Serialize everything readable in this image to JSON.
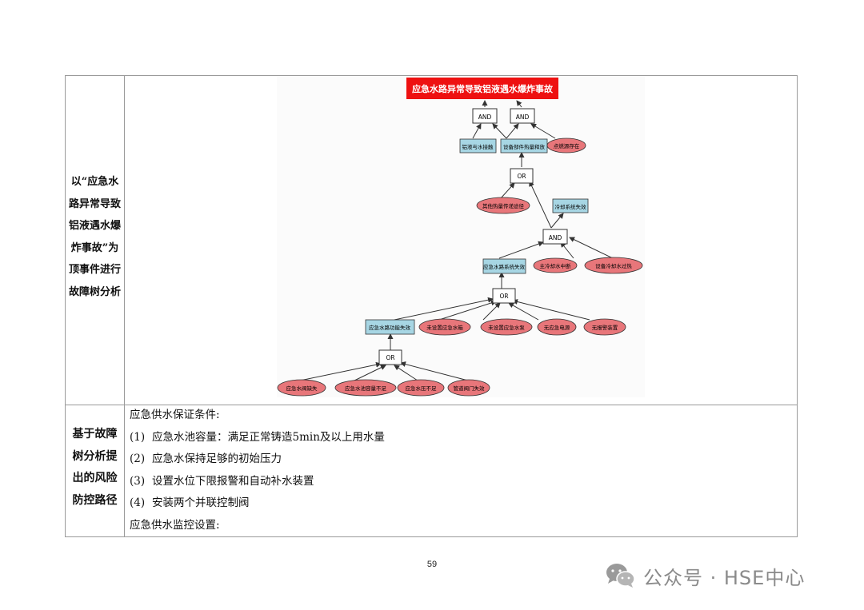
{
  "left_col": {
    "row1_lines": [
      "以“应急水",
      "路异常导致",
      "铝液遇水爆",
      "炸事故”为",
      "顶事件进行",
      "故障树分析"
    ],
    "row2_lines": [
      "基于故障",
      "树分析提",
      "出的风险",
      "防控路径"
    ]
  },
  "content": {
    "heading": "应急供水保证条件:",
    "items": [
      {
        "num": "(1)",
        "text": "应急水池容量：满足正常铸造5min及以上用水量"
      },
      {
        "num": "(2)",
        "text": "应急水保持足够的初始压力"
      },
      {
        "num": "(3)",
        "text": "设置水位下限报警和自动补水装置"
      },
      {
        "num": "(4)",
        "text": "安装两个并联控制阀"
      }
    ],
    "footer": "应急供水监控设置:"
  },
  "fault_tree": {
    "top_event": "应急水路异常导致铝液遇水爆炸事故",
    "gate_and_1": "AND",
    "gate_and_2": "AND",
    "node_melt_contact": "铝液与水接触",
    "node_equip_release": "设备部件热量释放",
    "node_ignition": "点燃源存在",
    "gate_or_1": "OR",
    "node_other_heat": "其他热量传递途径",
    "node_cooling_fail": "冷却系统失效",
    "gate_and_3": "AND",
    "node_emergency_sys_fail": "应急水路系统失效",
    "node_main_cooling_cut": "主冷却水中断",
    "node_equip_overheat": "设备冷却水过热",
    "gate_or_2": "OR",
    "node_route_fail": "应急水路功能失效",
    "node_no_tank": "未设置应急水箱",
    "node_no_pump": "未设置应急水泵",
    "node_no_power": "无应急电源",
    "node_no_alarm": "无报警装置",
    "gate_or_3": "OR",
    "node_valve_fail": "应急水阀缺失",
    "node_capacity_low": "应急水池容量不足",
    "node_pressure_low": "应急水压不足",
    "node_pipe_fail": "管道阀门失效"
  },
  "page_number": "59",
  "watermark": "公众号 · HSE中心",
  "colors": {
    "top_event_bg": "#ee1111",
    "box_node_fill": "#a7d6e4",
    "ellipse_node_fill": "#e8767a"
  }
}
